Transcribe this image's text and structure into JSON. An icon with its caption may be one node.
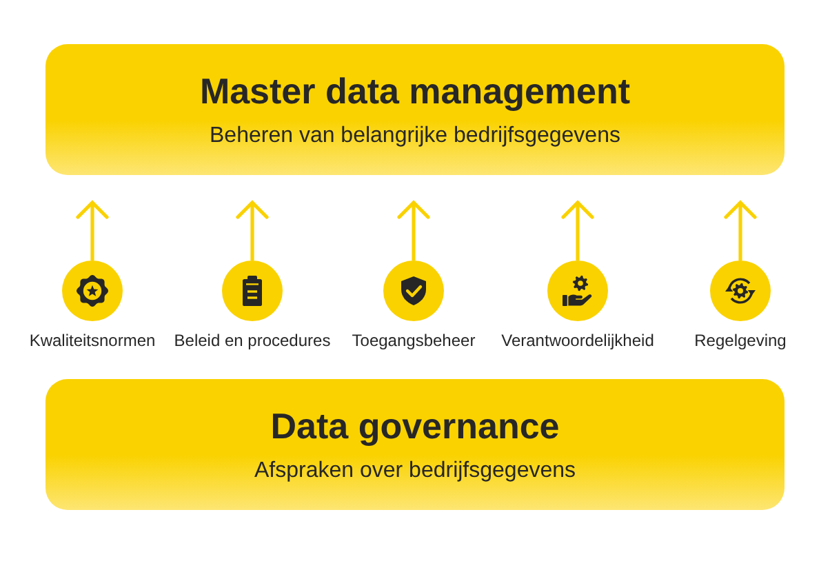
{
  "diagram": {
    "nodes": [
      {
        "text": [
          "Master data management",
          "Beheren van belangrijke bedrijfsgegevens"
        ]
      },
      {
        "text": [],
        "shape": "circle",
        "beside": [
          "Kwaliteitsnormen"
        ]
      },
      {
        "text": [],
        "shape": "circle",
        "beside": [
          "Beleid en procedures"
        ]
      },
      {
        "text": [],
        "shape": "circle",
        "beside": [
          "Toegangsbeheer"
        ]
      },
      {
        "text": [],
        "shape": "circle",
        "beside": [
          "Verantwoordelijkheid"
        ]
      },
      {
        "text": [],
        "shape": "circle",
        "beside": [
          "Regelgeving"
        ]
      },
      {
        "text": [
          "Data governance",
          "Afspraken over bedrijfsgegevens"
        ]
      }
    ],
    "edges": [
      {
        "from": 1,
        "to": 0,
        "arrow": "to"
      },
      {
        "from": 2,
        "to": 0,
        "arrow": "to"
      },
      {
        "from": 3,
        "to": 0,
        "arrow": "to"
      },
      {
        "from": 4,
        "to": 0,
        "arrow": "to"
      },
      {
        "from": 5,
        "to": 0,
        "arrow": "to"
      }
    ]
  }
}
